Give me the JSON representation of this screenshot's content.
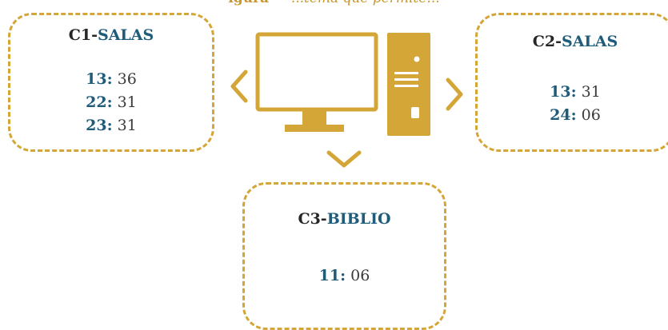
{
  "header": {
    "partial_title_bold": "igura",
    "partial_title_rest": " — ...tema que permite..."
  },
  "colors": {
    "gold": "#d4a537",
    "blue": "#1f5c7a",
    "text": "#3a3a3a"
  },
  "icons": [
    "computer-monitor-icon",
    "computer-tower-icon",
    "chevron-left-icon",
    "chevron-right-icon",
    "chevron-down-icon"
  ],
  "nodes": {
    "c1": {
      "prefix": "C1-",
      "name": "SALAS",
      "entries": [
        {
          "key": "13",
          "value": "36"
        },
        {
          "key": "22",
          "value": "31"
        },
        {
          "key": "23",
          "value": "31"
        }
      ]
    },
    "c2": {
      "prefix": "C2-",
      "name": "SALAS",
      "entries": [
        {
          "key": "13",
          "value": "31"
        },
        {
          "key": "24",
          "value": "06"
        }
      ]
    },
    "c3": {
      "prefix": "C3-",
      "name": "BIBLIO",
      "entries": [
        {
          "key": "11",
          "value": "06"
        }
      ]
    }
  },
  "separator": ":"
}
